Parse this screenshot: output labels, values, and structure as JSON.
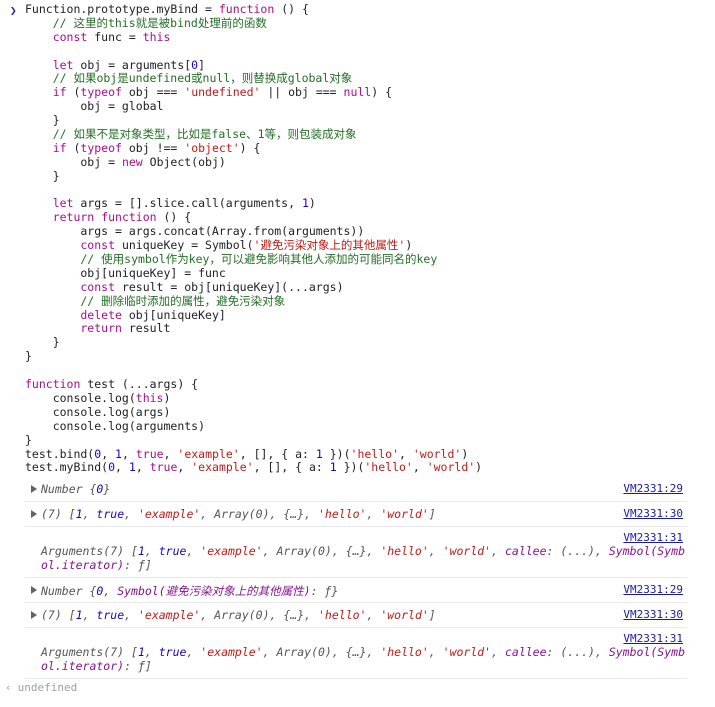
{
  "input_code": [
    [
      [
        "pl",
        "Function.prototype.myBind = "
      ],
      [
        "kw",
        "function"
      ],
      [
        "pl",
        " () {"
      ]
    ],
    [
      [
        "cm",
        "    // 这里的this就是被bind处理前的函数"
      ]
    ],
    [
      [
        "kw",
        "    const"
      ],
      [
        "pl",
        " func = "
      ],
      [
        "kw",
        "this"
      ]
    ],
    [
      [
        "pl",
        ""
      ]
    ],
    [
      [
        "kw",
        "    let"
      ],
      [
        "pl",
        " obj = arguments["
      ],
      [
        "nm",
        "0"
      ],
      [
        "pl",
        "]"
      ]
    ],
    [
      [
        "cm",
        "    // 如果obj是undefined或null，则替换成global对象"
      ]
    ],
    [
      [
        "kw",
        "    if"
      ],
      [
        "pl",
        " ("
      ],
      [
        "kw",
        "typeof"
      ],
      [
        "pl",
        " obj === "
      ],
      [
        "st",
        "'undefined'"
      ],
      [
        "pl",
        " || obj === "
      ],
      [
        "kw",
        "null"
      ],
      [
        "pl",
        ") {"
      ]
    ],
    [
      [
        "pl",
        "        obj = global"
      ]
    ],
    [
      [
        "pl",
        "    }"
      ]
    ],
    [
      [
        "cm",
        "    // 如果不是对象类型，比如是false、1等，则包装成对象"
      ]
    ],
    [
      [
        "kw",
        "    if"
      ],
      [
        "pl",
        " ("
      ],
      [
        "kw",
        "typeof"
      ],
      [
        "pl",
        " obj !== "
      ],
      [
        "st",
        "'object'"
      ],
      [
        "pl",
        ") {"
      ]
    ],
    [
      [
        "pl",
        "        obj = "
      ],
      [
        "kw",
        "new"
      ],
      [
        "pl",
        " Object(obj)"
      ]
    ],
    [
      [
        "pl",
        "    }"
      ]
    ],
    [
      [
        "pl",
        ""
      ]
    ],
    [
      [
        "kw",
        "    let"
      ],
      [
        "pl",
        " args = [].slice.call(arguments, "
      ],
      [
        "nm",
        "1"
      ],
      [
        "pl",
        ")"
      ]
    ],
    [
      [
        "kw",
        "    return"
      ],
      [
        "pl",
        " "
      ],
      [
        "kw",
        "function"
      ],
      [
        "pl",
        " () {"
      ]
    ],
    [
      [
        "pl",
        "        args = args.concat(Array.from(arguments))"
      ]
    ],
    [
      [
        "kw",
        "        const"
      ],
      [
        "pl",
        " uniqueKey = Symbol("
      ],
      [
        "st",
        "'避免污染对象上的其他属性'"
      ],
      [
        "pl",
        ")"
      ]
    ],
    [
      [
        "cm",
        "        // 使用symbol作为key，可以避免影响其他人添加的可能同名的key"
      ]
    ],
    [
      [
        "pl",
        "        obj[uniqueKey] = func"
      ]
    ],
    [
      [
        "kw",
        "        const"
      ],
      [
        "pl",
        " result = obj[uniqueKey](...args)"
      ]
    ],
    [
      [
        "cm",
        "        // 删除临时添加的属性，避免污染对象"
      ]
    ],
    [
      [
        "kw",
        "        delete"
      ],
      [
        "pl",
        " obj[uniqueKey]"
      ]
    ],
    [
      [
        "kw",
        "        return"
      ],
      [
        "pl",
        " result"
      ]
    ],
    [
      [
        "pl",
        "    }"
      ]
    ],
    [
      [
        "pl",
        "}"
      ]
    ],
    [
      [
        "pl",
        ""
      ]
    ],
    [
      [
        "kw",
        "function"
      ],
      [
        "pl",
        " test (...args) {"
      ]
    ],
    [
      [
        "pl",
        "    console.log("
      ],
      [
        "kw",
        "this"
      ],
      [
        "pl",
        ")"
      ]
    ],
    [
      [
        "pl",
        "    console.log(args)"
      ]
    ],
    [
      [
        "pl",
        "    console.log(arguments)"
      ]
    ],
    [
      [
        "pl",
        "}"
      ]
    ],
    [
      [
        "pl",
        "test.bind("
      ],
      [
        "nm",
        "0"
      ],
      [
        "pl",
        ", "
      ],
      [
        "nm",
        "1"
      ],
      [
        "pl",
        ", "
      ],
      [
        "kw",
        "true"
      ],
      [
        "pl",
        ", "
      ],
      [
        "st",
        "'example'"
      ],
      [
        "pl",
        ", [], { a: "
      ],
      [
        "nm",
        "1"
      ],
      [
        "pl",
        " })("
      ],
      [
        "st",
        "'hello'"
      ],
      [
        "pl",
        ", "
      ],
      [
        "st",
        "'world'"
      ],
      [
        "pl",
        ")"
      ]
    ],
    [
      [
        "pl",
        "test.myBind("
      ],
      [
        "nm",
        "0"
      ],
      [
        "pl",
        ", "
      ],
      [
        "nm",
        "1"
      ],
      [
        "pl",
        ", "
      ],
      [
        "kw",
        "true"
      ],
      [
        "pl",
        ", "
      ],
      [
        "st",
        "'example'"
      ],
      [
        "pl",
        ", [], { a: "
      ],
      [
        "nm",
        "1"
      ],
      [
        "pl",
        " })("
      ],
      [
        "st",
        "'hello'"
      ],
      [
        "pl",
        ", "
      ],
      [
        "st",
        "'world'"
      ],
      [
        "pl",
        ")"
      ]
    ]
  ],
  "messages": [
    {
      "source": "VM2331:29",
      "expandable": true,
      "parts": [
        [
          "v-gray",
          "Number {"
        ],
        [
          "v-num",
          "0"
        ],
        [
          "v-gray",
          "}"
        ]
      ]
    },
    {
      "source": "VM2331:30",
      "expandable": true,
      "parts": [
        [
          "v-gray",
          "(7) ["
        ],
        [
          "v-num",
          "1"
        ],
        [
          "v-gray",
          ", "
        ],
        [
          "v-num",
          "true"
        ],
        [
          "v-gray",
          ", "
        ],
        [
          "v-str",
          "'example'"
        ],
        [
          "v-gray",
          ", Array(0), {…}, "
        ],
        [
          "v-str",
          "'hello'"
        ],
        [
          "v-gray",
          ", "
        ],
        [
          "v-str",
          "'world'"
        ],
        [
          "v-gray",
          "]"
        ]
      ]
    },
    {
      "source": "VM2331:31",
      "expandable": false,
      "parts": [
        [
          "v-gray",
          "Arguments(7) ["
        ],
        [
          "v-num",
          "1"
        ],
        [
          "v-gray",
          ", "
        ],
        [
          "v-num",
          "true"
        ],
        [
          "v-gray",
          ", "
        ],
        [
          "v-str",
          "'example'"
        ],
        [
          "v-gray",
          ", Array(0), {…}, "
        ],
        [
          "v-str",
          "'hello'"
        ],
        [
          "v-gray",
          ", "
        ],
        [
          "v-str",
          "'world'"
        ],
        [
          "v-gray",
          ", "
        ],
        [
          "v-key",
          "callee"
        ],
        [
          "v-gray",
          ": (...), "
        ],
        [
          "v-key",
          "Symbol(Symbol.iterator)"
        ],
        [
          "v-gray",
          ": ƒ]"
        ]
      ]
    },
    {
      "source": "VM2331:29",
      "expandable": true,
      "parts": [
        [
          "v-gray",
          "Number {"
        ],
        [
          "v-num",
          "0"
        ],
        [
          "v-gray",
          ", "
        ],
        [
          "v-key",
          "Symbol(避免污染对象上的其他属性)"
        ],
        [
          "v-gray",
          ": ƒ}"
        ]
      ]
    },
    {
      "source": "VM2331:30",
      "expandable": true,
      "parts": [
        [
          "v-gray",
          "(7) ["
        ],
        [
          "v-num",
          "1"
        ],
        [
          "v-gray",
          ", "
        ],
        [
          "v-num",
          "true"
        ],
        [
          "v-gray",
          ", "
        ],
        [
          "v-str",
          "'example'"
        ],
        [
          "v-gray",
          ", Array(0), {…}, "
        ],
        [
          "v-str",
          "'hello'"
        ],
        [
          "v-gray",
          ", "
        ],
        [
          "v-str",
          "'world'"
        ],
        [
          "v-gray",
          "]"
        ]
      ]
    },
    {
      "source": "VM2331:31",
      "expandable": false,
      "parts": [
        [
          "v-gray",
          "Arguments(7) ["
        ],
        [
          "v-num",
          "1"
        ],
        [
          "v-gray",
          ", "
        ],
        [
          "v-num",
          "true"
        ],
        [
          "v-gray",
          ", "
        ],
        [
          "v-str",
          "'example'"
        ],
        [
          "v-gray",
          ", Array(0), {…}, "
        ],
        [
          "v-str",
          "'hello'"
        ],
        [
          "v-gray",
          ", "
        ],
        [
          "v-str",
          "'world'"
        ],
        [
          "v-gray",
          ", "
        ],
        [
          "v-key",
          "callee"
        ],
        [
          "v-gray",
          ": (...), "
        ],
        [
          "v-key",
          "Symbol(Symbol.iterator)"
        ],
        [
          "v-gray",
          ": ƒ]"
        ]
      ]
    }
  ],
  "result": {
    "icon": "return-arrow-icon",
    "text": "undefined"
  },
  "prompt": {
    "icon": "chevron-right-icon",
    "glyph": "❯"
  }
}
